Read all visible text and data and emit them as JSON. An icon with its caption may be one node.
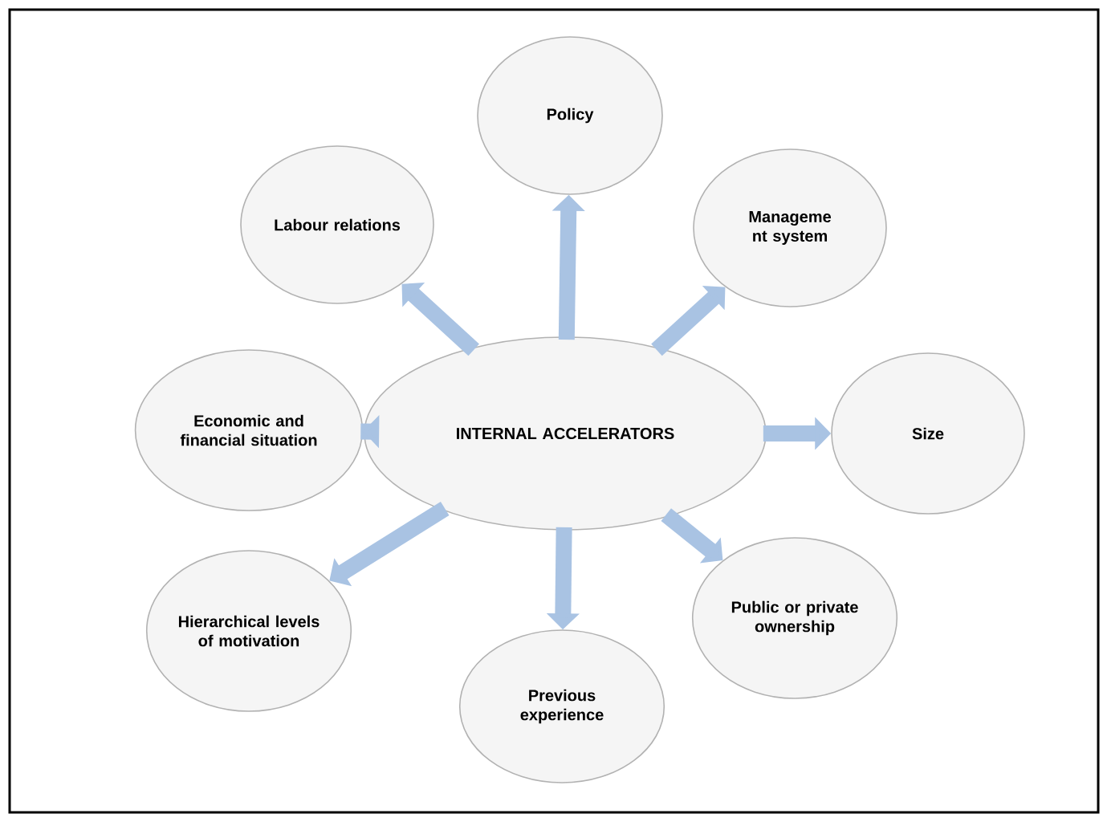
{
  "diagram": {
    "nodes": [
      {
        "text": [
          "Policy"
        ]
      },
      {
        "text": [
          "Labour relations"
        ]
      },
      {
        "text": [
          "Manageme nt system"
        ]
      },
      {
        "text": [
          "Economic and financial situation"
        ]
      },
      {
        "text": [
          "INTERNAL ACCELERATORS"
        ]
      },
      {
        "text": [
          "Size"
        ]
      },
      {
        "text": [
          "Hierarchical levels of motivation"
        ]
      },
      {
        "text": [
          "Public or private ownership"
        ]
      },
      {
        "text": [
          "Previous experience"
        ]
      }
    ],
    "edges": [
      {
        "from": 4,
        "to": 0,
        "arrow": "to"
      },
      {
        "from": 4,
        "to": 1,
        "arrow": "to"
      },
      {
        "from": 4,
        "to": 2,
        "arrow": "to"
      },
      {
        "from": 4,
        "to": 3,
        "arrow": "to"
      },
      {
        "from": 4,
        "to": 5,
        "arrow": "to"
      },
      {
        "from": 4,
        "to": 6,
        "arrow": "to"
      },
      {
        "from": 4,
        "to": 7,
        "arrow": "to"
      },
      {
        "from": 4,
        "to": 8,
        "arrow": "to"
      }
    ]
  }
}
